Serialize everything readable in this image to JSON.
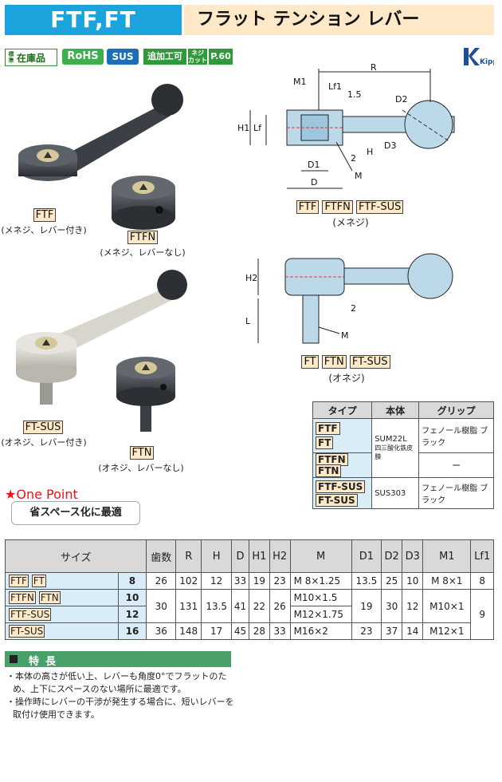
{
  "header": {
    "series": "FTF,FT",
    "product_name": "フラット テンション レバー"
  },
  "badges": {
    "stock_small": "標準",
    "stock": "在庫品",
    "rohs": "RoHS",
    "sus": "SUS",
    "additional": "追加工可",
    "thread_cut": "ネジ カット",
    "page": "P.60",
    "brand": "Kipp"
  },
  "products": [
    {
      "code": "FTF",
      "desc": "(メネジ、レバー付き)"
    },
    {
      "code": "FTFN",
      "desc": "(メネジ、レバーなし)"
    },
    {
      "code": "FT-SUS",
      "desc": "(オネジ、レバー付き)"
    },
    {
      "code": "FTN",
      "desc": "(オネジ、レバーなし)"
    }
  ],
  "diagram_top": {
    "labels": {
      "R": "R",
      "M1": "M1",
      "Lf1": "Lf1",
      "dim15": "1.5",
      "D2": "D2",
      "H1": "H1",
      "Lf": "Lf",
      "two": "2",
      "H": "H",
      "D3": "D3",
      "D1": "D1",
      "D": "D",
      "M": "M"
    },
    "codes": [
      "FTF",
      "FTFN",
      "FTF-SUS"
    ],
    "caption": "(メネジ)"
  },
  "diagram_bottom": {
    "labels": {
      "H2": "H2",
      "two": "2",
      "L": "L",
      "M": "M"
    },
    "codes": [
      "FT",
      "FTN",
      "FT-SUS"
    ],
    "caption": "(オネジ)"
  },
  "one_point": {
    "heading": "★One Point",
    "text": "省スペース化に最適"
  },
  "type_table": {
    "headers": [
      "タイプ",
      "本体",
      "グリップ"
    ],
    "types": [
      "FTF",
      "FT",
      "FTFN",
      "FTN",
      "FTF-SUS",
      "FT-SUS"
    ],
    "body_1": "SUM22L",
    "body_1_note": "四三酸化鉄皮膜",
    "body_2": "SUS303",
    "grip_1": "フェノール樹脂 ブラック",
    "grip_none": "ー",
    "grip_3": "フェノール樹脂 ブラック"
  },
  "dim_table": {
    "headers": [
      "サイズ",
      "歯数",
      "R",
      "H",
      "D",
      "H1",
      "H2",
      "M",
      "D1",
      "D2",
      "D3",
      "M1",
      "Lf1"
    ],
    "series_codes": [
      "FTF",
      "FT",
      "FTFN",
      "FTN",
      "FTF-SUS",
      "FT-SUS"
    ],
    "rows": [
      {
        "size": "8",
        "teeth": "26",
        "R": "102",
        "H": "12",
        "D": "33",
        "H1": "19",
        "H2": "23",
        "M": "M 8×1.25",
        "D1": "13.5",
        "D2": "25",
        "D3": "10",
        "M1": "M 8×1",
        "Lf1": "8"
      },
      {
        "size": "10",
        "teeth": "30",
        "R": "131",
        "H": "13.5",
        "D": "41",
        "H1": "22",
        "H2": "26",
        "M": "M10×1.5",
        "D1": "19",
        "D2": "30",
        "D3": "12",
        "M1": "M10×1",
        "Lf1": "9"
      },
      {
        "size": "12",
        "M": "M12×1.75"
      },
      {
        "size": "16",
        "teeth": "36",
        "R": "148",
        "H": "17",
        "D": "45",
        "H1": "28",
        "H2": "33",
        "M": "M16×2",
        "D1": "23",
        "D2": "37",
        "D3": "14",
        "M1": "M12×1"
      }
    ]
  },
  "features": {
    "title": "特長",
    "items": [
      "・本体の高さが低い上、レバーも角度0°でフラットのため、上下にスペースのない場所に最適です。",
      "・操作時にレバーの干渉が発生する場合に、短いレバーを取付け使用できます。"
    ]
  },
  "colors": {
    "accent": "#1aa3dc",
    "cream": "#fde9c8",
    "light_blue": "#d8edf8",
    "green": "#4aa06b",
    "one_point_red": "#ee1111"
  }
}
